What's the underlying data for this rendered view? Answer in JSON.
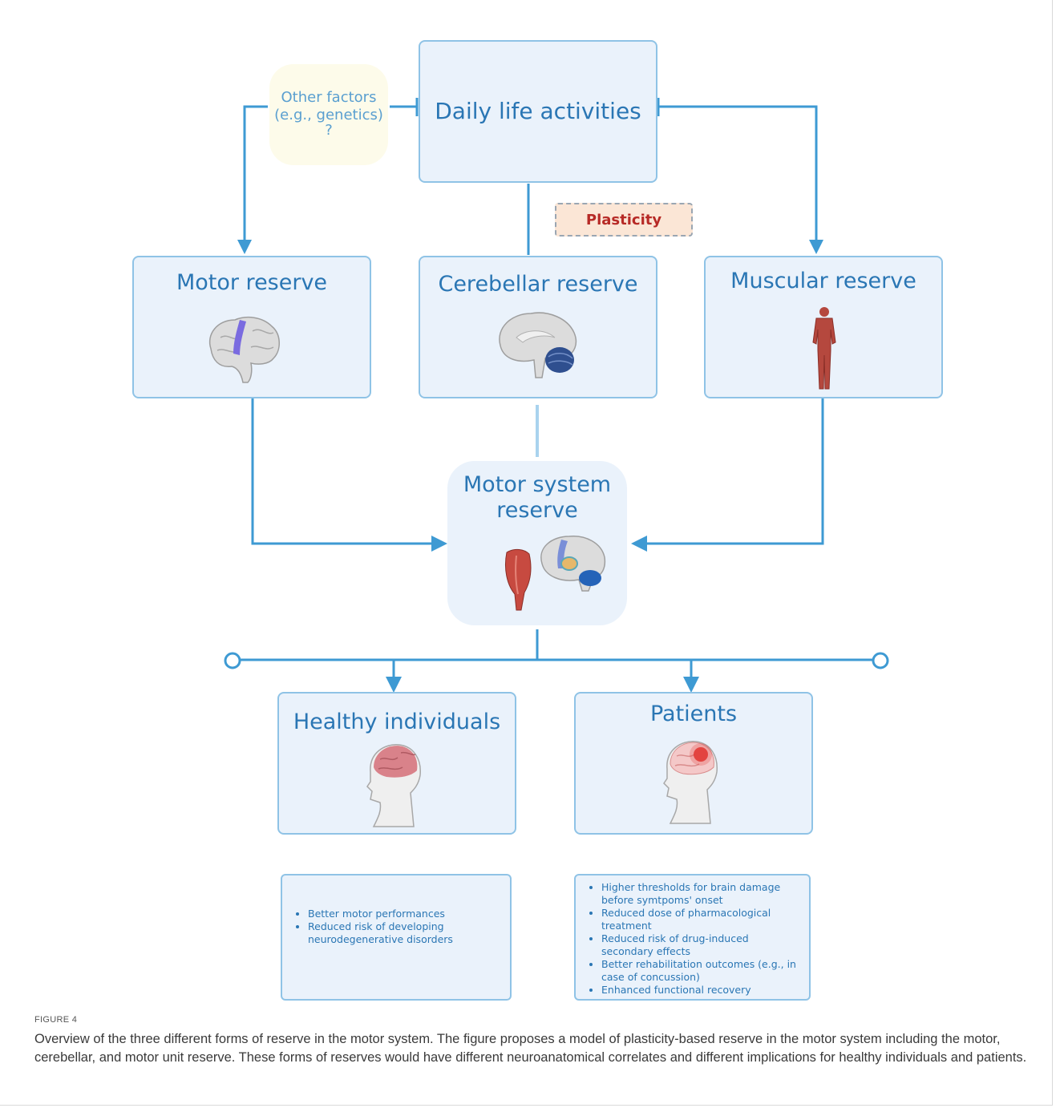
{
  "diagram": {
    "daily_life": "Daily life activities",
    "other_factors": [
      "Other factors",
      "(e.g., genetics)",
      "?"
    ],
    "plasticity": "Plasticity",
    "motor_reserve": "Motor reserve",
    "cerebellar_reserve": "Cerebellar reserve",
    "muscular_reserve": "Muscular reserve",
    "motor_system_reserve": [
      "Motor system",
      "reserve"
    ],
    "healthy": "Healthy individuals",
    "patients": "Patients",
    "healthy_bullets": [
      "Better motor performances",
      "Reduced risk of developing neurodegenerative disorders"
    ],
    "patient_bullets": [
      "Higher thresholds for brain damage before symtpoms' onset",
      "Reduced dose of pharmacological treatment",
      "Reduced risk of drug-induced secondary effects",
      "Better rehabilitation outcomes (e.g., in case of concussion)",
      "Enhanced functional recovery"
    ]
  },
  "caption": {
    "label": "FIGURE 4",
    "text": "Overview of the three different forms of reserve in the motor system. The figure proposes a model of plasticity-based reserve in the motor system including the motor, cerebellar, and motor unit reserve. These forms of reserves would have different neuroanatomical correlates and different implications for healthy individuals and patients."
  },
  "colors": {
    "box_fill": "#eaf2fb",
    "box_border": "#8fc3e6",
    "connector": "#3e9ad3",
    "title_text": "#2a76b4",
    "plasticity_text": "#b72a26"
  }
}
